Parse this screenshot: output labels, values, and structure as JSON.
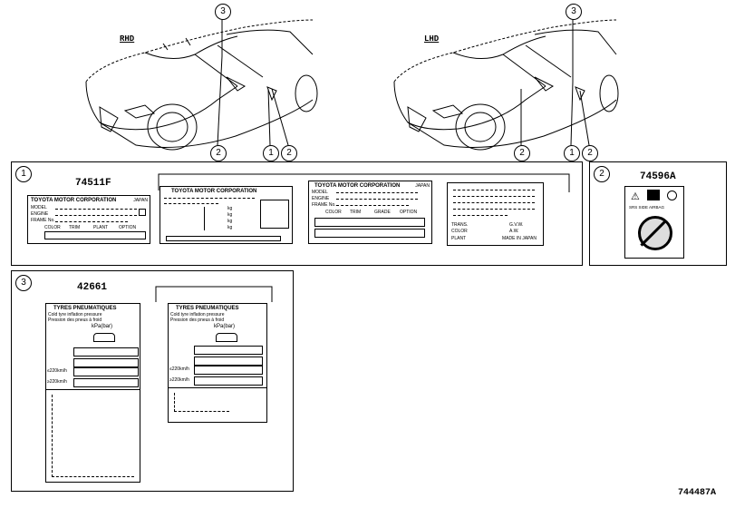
{
  "views": {
    "rhd": {
      "label": "RHD"
    },
    "lhd": {
      "label": "LHD"
    }
  },
  "callouts": [
    "1",
    "2",
    "3"
  ],
  "panels": {
    "p1": {
      "number": "1",
      "part_no": "74511F"
    },
    "p2": {
      "number": "2",
      "part_no": "74596A"
    },
    "p3": {
      "number": "3",
      "part_no": "42661"
    }
  },
  "labels": {
    "vin_plate_a": {
      "maker": "TOYOTA MOTOR CORPORATION",
      "country": "JAPAN",
      "rows": [
        "MODEL",
        "ENGINE",
        "FRAME No."
      ],
      "cols": [
        "COLOR",
        "TRIM",
        "PLANT",
        "OPTION"
      ]
    },
    "vin_plate_b": {
      "maker": "TOYOTA MOTOR CORPORATION",
      "units": [
        "kg",
        "kg",
        "kg",
        "kg"
      ]
    },
    "vin_plate_c": {
      "maker": "TOYOTA MOTOR CORPORATION",
      "country": "JAPAN",
      "rows": [
        "MODEL",
        "ENGINE",
        "FRAME No."
      ],
      "cols": [
        "COLOR",
        "TRIM",
        "GRADE",
        "OPTION"
      ]
    },
    "vin_plate_d": {
      "rows": [
        "TRANS.",
        "COLOR",
        "PLANT"
      ],
      "right": [
        "G.V.W.",
        "A.W.",
        "MADE IN JAPAN"
      ]
    },
    "airbag": {
      "text": "SRS  SIDE  AIRBAG"
    },
    "tyre_a": {
      "title": "TYRES  PNEUMATIQUES",
      "sub1": "Cold tyre inflation pressure",
      "sub2": "Pression des pneus à froid",
      "unit": "kPa(bar)",
      "speed1": "≤220km/h",
      "speed2": "≥220km/h"
    },
    "tyre_b": {
      "title": "TYRES  PNEUMATIQUES",
      "sub1": "Cold tyre inflation pressure",
      "sub2": "Pression des pneus à froid",
      "unit": "kPa(bar)",
      "speed1": "≤220km/h",
      "speed2": "≥220km/h"
    }
  },
  "figure_id": "744487A"
}
